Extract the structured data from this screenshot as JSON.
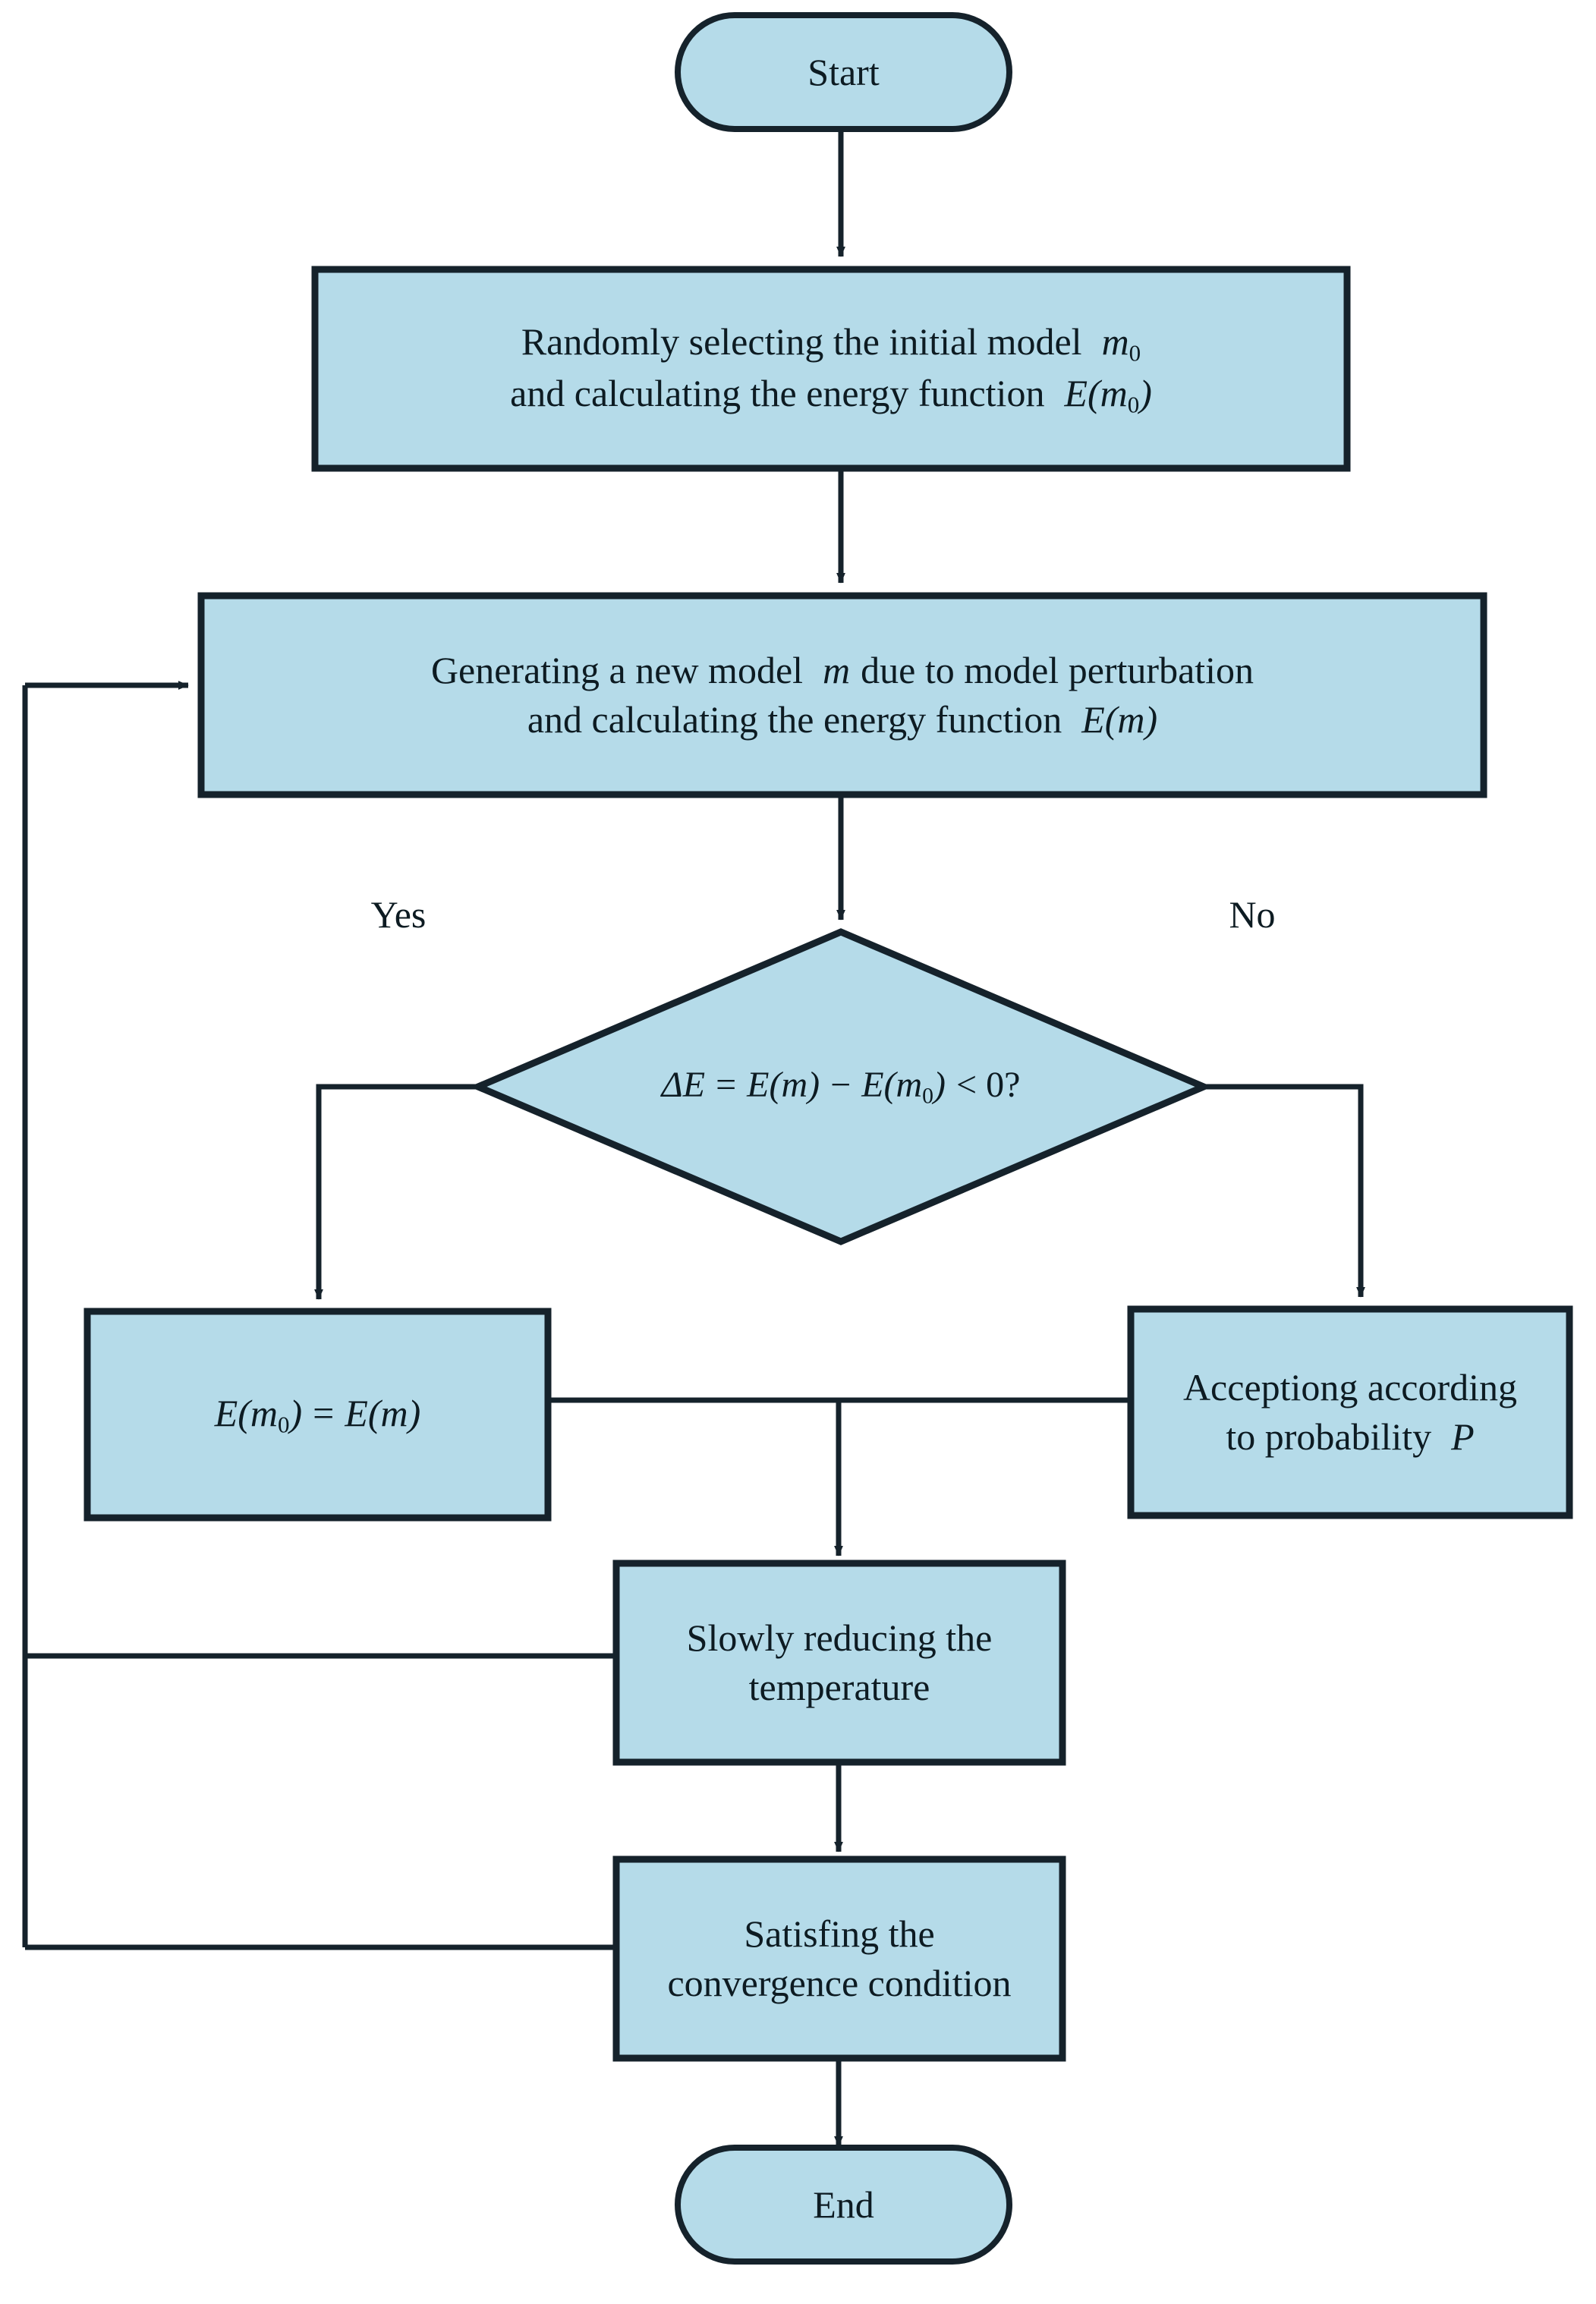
{
  "diagram": {
    "title": "Simulated annealing algorithm flowchart",
    "type": "flowchart",
    "colors": {
      "node_fill": "#b5dbe9",
      "node_stroke": "#15222b",
      "connector": "#15222b",
      "text": "#0d1b22",
      "background": "#ffffff"
    },
    "nodes": [
      {
        "id": "start",
        "shape": "terminator",
        "label": "Start"
      },
      {
        "id": "init",
        "shape": "process",
        "line1_text": "Randomly selecting the initial model",
        "line1_symbol": "m",
        "line1_symbol_sub": "0",
        "line2_text": "and calculating the energy function",
        "line2_symbol": "E(m",
        "line2_symbol_sub": "0",
        "line2_symbol_tail": ")"
      },
      {
        "id": "perturb",
        "shape": "process",
        "line1_pre": "Generating a new model",
        "line1_symbol": "m",
        "line1_post": "due to model perturbation",
        "line2_text": "and calculating the energy function",
        "line2_symbol": "E(m)"
      },
      {
        "id": "decision",
        "shape": "decision",
        "delta": "ΔE",
        "eq": "=",
        "term1": "E(m)",
        "minus": "−",
        "term2_head": "E(m",
        "term2_sub": "0",
        "term2_tail": ")",
        "compare": "< 0?"
      },
      {
        "id": "accept-energy",
        "shape": "process",
        "lhs_head": "E(m",
        "lhs_sub": "0",
        "lhs_tail": ")",
        "eq": "=",
        "rhs": "E(m)"
      },
      {
        "id": "accept-probability",
        "shape": "process",
        "line1": "Acceptiong according",
        "line2_text": "to probability",
        "line2_symbol": "P"
      },
      {
        "id": "cool",
        "shape": "process",
        "line1": "Slowly reducing the",
        "line2": "temperature"
      },
      {
        "id": "converge",
        "shape": "process",
        "line1": "Satisfing the",
        "line2": "convergence condition"
      },
      {
        "id": "end",
        "shape": "terminator",
        "label": "End"
      }
    ],
    "branch_labels": {
      "yes": "Yes",
      "no": "No"
    },
    "edges": [
      {
        "from": "start",
        "to": "init",
        "label": ""
      },
      {
        "from": "init",
        "to": "perturb",
        "label": ""
      },
      {
        "from": "perturb",
        "to": "decision",
        "label": ""
      },
      {
        "from": "decision",
        "to": "accept-energy",
        "label": "Yes"
      },
      {
        "from": "decision",
        "to": "accept-probability",
        "label": "No"
      },
      {
        "from": "accept-energy",
        "to": "cool",
        "label": ""
      },
      {
        "from": "accept-probability",
        "to": "cool",
        "label": ""
      },
      {
        "from": "cool",
        "to": "converge",
        "label": ""
      },
      {
        "from": "converge",
        "to": "end",
        "label": ""
      },
      {
        "from": "cool",
        "to": "perturb",
        "label": ""
      },
      {
        "from": "converge",
        "to": "perturb",
        "label": ""
      }
    ]
  }
}
